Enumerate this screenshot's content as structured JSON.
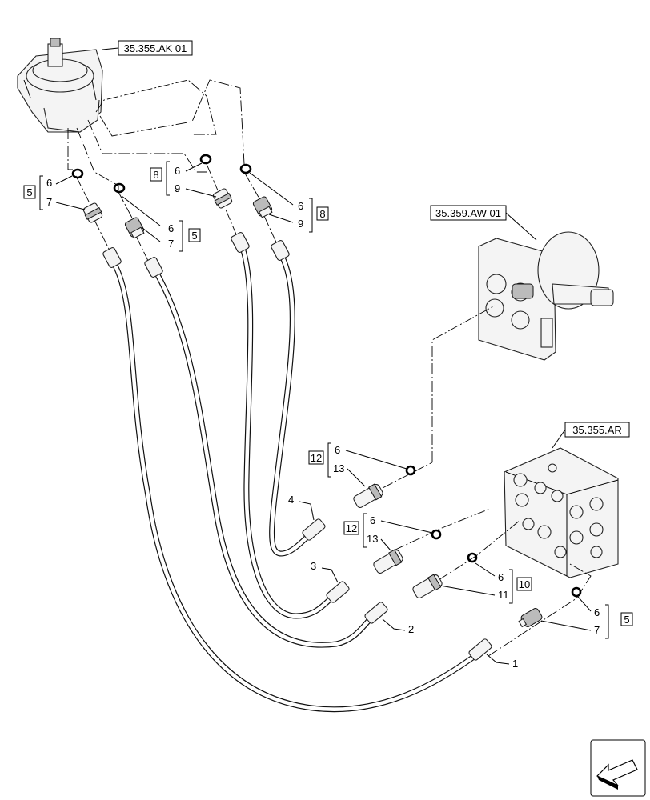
{
  "references": {
    "joystick": "35.355.AK 01",
    "valve_top": "35.359.AW 01",
    "valve_block": "35.355.AR"
  },
  "callouts": {
    "kit_a": {
      "box": "5",
      "upper": "6",
      "lower": "7"
    },
    "kit_b": {
      "box": "5",
      "upper": "6",
      "lower": "7"
    },
    "kit_c": {
      "box": "8",
      "upper": "6",
      "lower": "9"
    },
    "kit_d": {
      "box": "8",
      "upper": "6",
      "lower": "9"
    },
    "kit_e": {
      "box": "12",
      "upper": "6",
      "lower": "13"
    },
    "kit_f": {
      "box": "12",
      "upper": "6",
      "lower": "13"
    },
    "kit_g": {
      "box": "10",
      "upper": "6",
      "lower": "11"
    },
    "kit_h": {
      "box": "5",
      "upper": "6",
      "lower": "7"
    }
  },
  "hose_labels": {
    "h1": "1",
    "h2": "2",
    "h3": "3",
    "h4": "4"
  }
}
